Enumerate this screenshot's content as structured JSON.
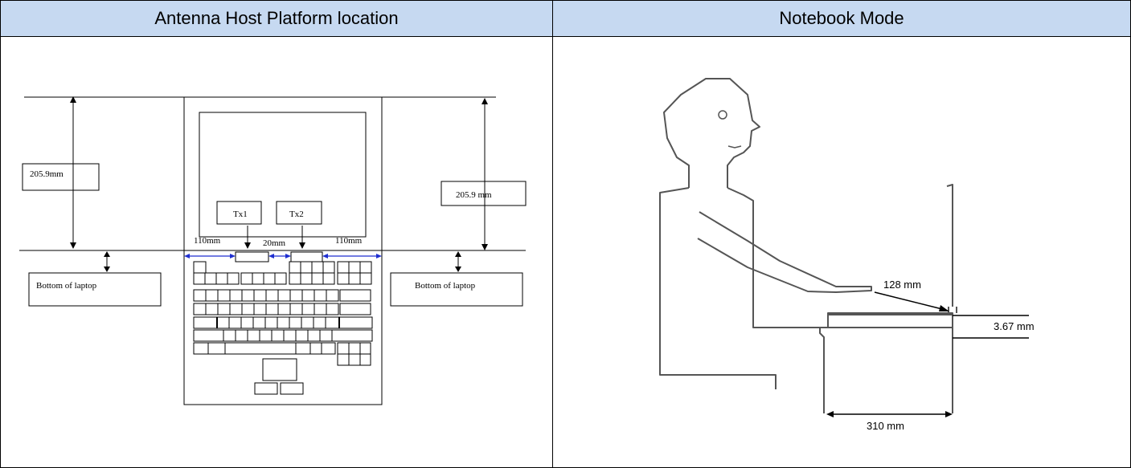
{
  "table": {
    "headers": [
      "Antenna Host Platform location",
      "Notebook Mode"
    ]
  },
  "left_diagram": {
    "height_label_left": "205.9mm",
    "height_label_right": "205.9 mm",
    "tx1": "Tx1",
    "tx2": "Tx2",
    "dist_left": "110mm",
    "dist_mid": "20mm",
    "dist_right": "110mm",
    "bottom_left": "Bottom of laptop",
    "bottom_right": "Bottom of laptop"
  },
  "right_diagram": {
    "dist_128": "128 mm",
    "dist_367": "3.67 mm",
    "dist_310": "310 mm"
  }
}
